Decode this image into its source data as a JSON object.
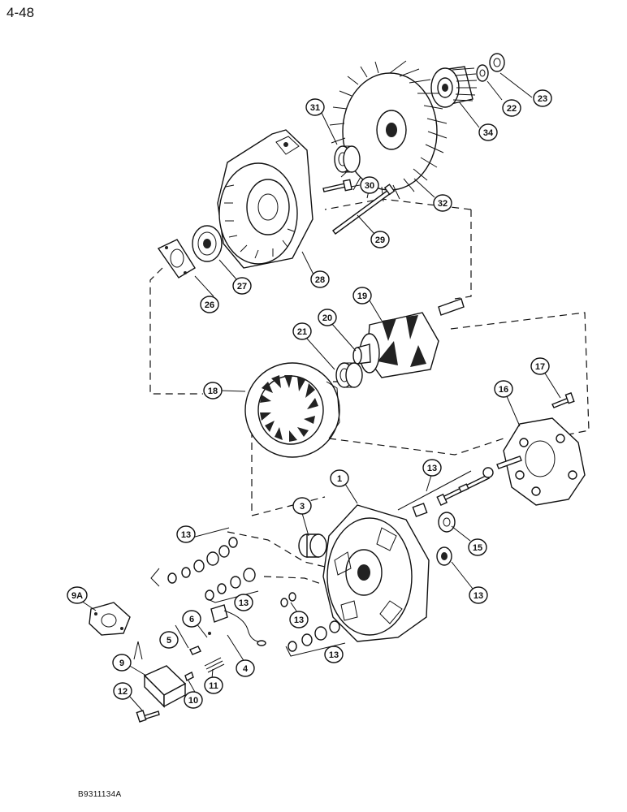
{
  "page": {
    "number": "4-48",
    "figure_code": "B9311134A"
  },
  "callouts": [
    {
      "id": "c1",
      "label": "1"
    },
    {
      "id": "c3",
      "label": "3"
    },
    {
      "id": "c4",
      "label": "4"
    },
    {
      "id": "c5",
      "label": "5"
    },
    {
      "id": "c6",
      "label": "6"
    },
    {
      "id": "c9",
      "label": "9"
    },
    {
      "id": "c9a",
      "label": "9A"
    },
    {
      "id": "c10",
      "label": "10"
    },
    {
      "id": "c11",
      "label": "11"
    },
    {
      "id": "c12",
      "label": "12"
    },
    {
      "id": "c13a",
      "label": "13"
    },
    {
      "id": "c13b",
      "label": "13"
    },
    {
      "id": "c13c",
      "label": "13"
    },
    {
      "id": "c13d",
      "label": "13"
    },
    {
      "id": "c13e",
      "label": "13"
    },
    {
      "id": "c13f",
      "label": "13"
    },
    {
      "id": "c15",
      "label": "15"
    },
    {
      "id": "c16",
      "label": "16"
    },
    {
      "id": "c17",
      "label": "17"
    },
    {
      "id": "c18",
      "label": "18"
    },
    {
      "id": "c19",
      "label": "19"
    },
    {
      "id": "c20",
      "label": "20"
    },
    {
      "id": "c21",
      "label": "21"
    },
    {
      "id": "c22",
      "label": "22"
    },
    {
      "id": "c23",
      "label": "23"
    },
    {
      "id": "c26",
      "label": "26"
    },
    {
      "id": "c27",
      "label": "27"
    },
    {
      "id": "c28",
      "label": "28"
    },
    {
      "id": "c29",
      "label": "29"
    },
    {
      "id": "c30",
      "label": "30"
    },
    {
      "id": "c31",
      "label": "31"
    },
    {
      "id": "c32",
      "label": "32"
    },
    {
      "id": "c34",
      "label": "34"
    }
  ]
}
